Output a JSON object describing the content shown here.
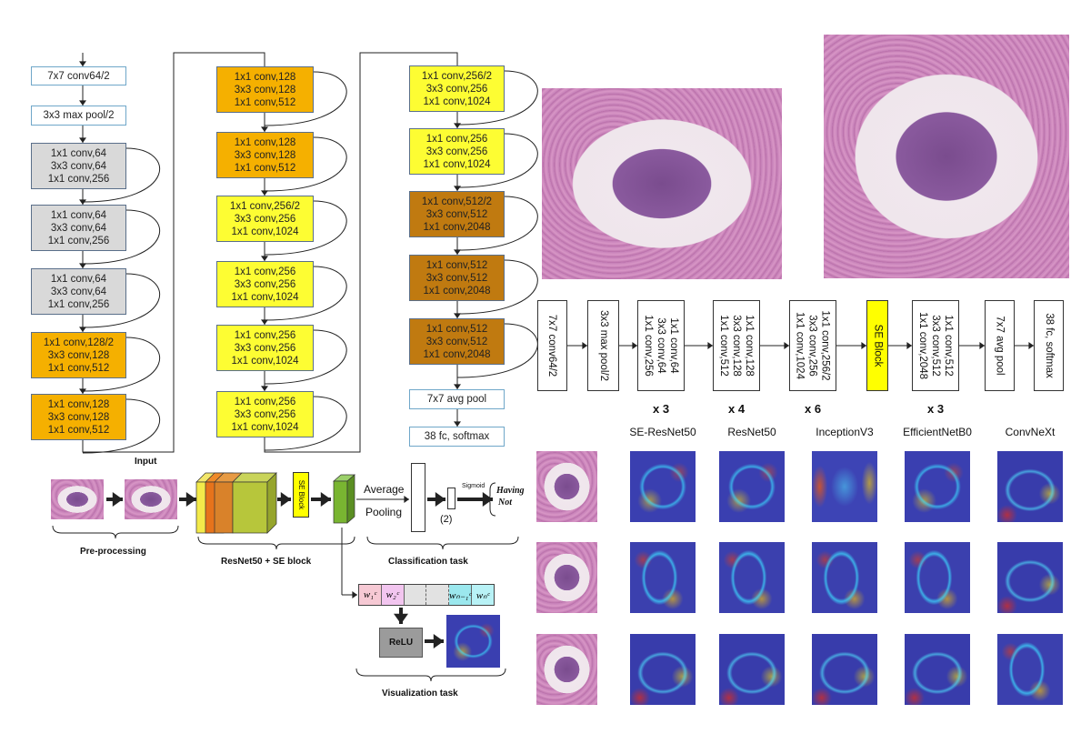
{
  "left_column": {
    "blocks": [
      {
        "lines": [
          "7x7 conv64/2"
        ],
        "style": "plain"
      },
      {
        "lines": [
          "3x3 max pool/2"
        ],
        "style": "plain"
      },
      {
        "lines": [
          "1x1 conv,64",
          "3x3 conv,64",
          "1x1 conv,256"
        ],
        "style": "gray"
      },
      {
        "lines": [
          "1x1 conv,64",
          "3x3 conv,64",
          "1x1 conv,256"
        ],
        "style": "gray"
      },
      {
        "lines": [
          "1x1 conv,64",
          "3x3 conv,64",
          "1x1 conv,256"
        ],
        "style": "gray"
      },
      {
        "lines": [
          "1x1 conv,128/2",
          "3x3 conv,128",
          "1x1 conv,512"
        ],
        "style": "orange"
      },
      {
        "lines": [
          "1x1 conv,128",
          "3x3 conv,128",
          "1x1 conv,512"
        ],
        "style": "orange"
      }
    ]
  },
  "middle_column": {
    "blocks": [
      {
        "lines": [
          "1x1 conv,128",
          "3x3 conv,128",
          "1x1 conv,512"
        ],
        "style": "orange"
      },
      {
        "lines": [
          "1x1 conv,128",
          "3x3 conv,128",
          "1x1 conv,512"
        ],
        "style": "orange"
      },
      {
        "lines": [
          "1x1 conv,256/2",
          "3x3 conv,256",
          "1x1 conv,1024"
        ],
        "style": "yellow"
      },
      {
        "lines": [
          "1x1 conv,256",
          "3x3 conv,256",
          "1x1 conv,1024"
        ],
        "style": "yellow"
      },
      {
        "lines": [
          "1x1 conv,256",
          "3x3 conv,256",
          "1x1 conv,1024"
        ],
        "style": "yellow"
      },
      {
        "lines": [
          "1x1 conv,256",
          "3x3 conv,256",
          "1x1 conv,1024"
        ],
        "style": "yellow"
      }
    ]
  },
  "right_column": {
    "blocks": [
      {
        "lines": [
          "1x1 conv,256/2",
          "3x3 conv,256",
          "1x1 conv,1024"
        ],
        "style": "yellow"
      },
      {
        "lines": [
          "1x1 conv,256",
          "3x3 conv,256",
          "1x1 conv,1024"
        ],
        "style": "yellow"
      },
      {
        "lines": [
          "1x1 conv,512/2",
          "3x3 conv,512",
          "1x1 conv,2048"
        ],
        "style": "brown"
      },
      {
        "lines": [
          "1x1 conv,512",
          "3x3 conv,512",
          "1x1 conv,2048"
        ],
        "style": "brown"
      },
      {
        "lines": [
          "1x1 conv,512",
          "3x3 conv,512",
          "1x1 conv,2048"
        ],
        "style": "brown"
      },
      {
        "lines": [
          "7x7 avg pool"
        ],
        "style": "plain"
      },
      {
        "lines": [
          "38 fc, softmax"
        ],
        "style": "plain"
      }
    ]
  },
  "pipeline": {
    "blocks": [
      {
        "lines": [
          "7x7 conv64/2"
        ],
        "style": "plain",
        "mult": ""
      },
      {
        "lines": [
          "3x3 max pool/2"
        ],
        "style": "plain",
        "mult": ""
      },
      {
        "lines": [
          "1x1 conv,64",
          "3x3 conv,64",
          "1x1 conv,256"
        ],
        "style": "plain",
        "mult": "x 3"
      },
      {
        "lines": [
          "1x1 conv,128",
          "3x3 conv,128",
          "1x1 conv,512"
        ],
        "style": "plain",
        "mult": "x 4"
      },
      {
        "lines": [
          "1x1 conv,256/2",
          "3x3 conv,256",
          "1x1 conv,1024"
        ],
        "style": "plain",
        "mult": "x 6"
      },
      {
        "lines": [
          "SE Block"
        ],
        "style": "sey",
        "mult": ""
      },
      {
        "lines": [
          "1x1 conv,512",
          "3x3 conv,512",
          "1x1 conv,2048"
        ],
        "style": "plain",
        "mult": "x 3"
      },
      {
        "lines": [
          "7x7 avg pool"
        ],
        "style": "plain",
        "mult": ""
      },
      {
        "lines": [
          "38 fc, softmax"
        ],
        "style": "plain",
        "mult": ""
      }
    ]
  },
  "bottom_left": {
    "input_label": "Input",
    "preprocessing_label": "Pre-processing",
    "resnet_label": "ResNet50 + SE block",
    "se_block_label": "SE Block",
    "average_pooling_label": [
      "Average",
      "Pooling"
    ],
    "count_label": "(2)",
    "sigmoid_label": "Sigmoid",
    "having_label": "Having",
    "not_label": "Not",
    "classification_label": "Classification task",
    "relu_label": "ReLU",
    "visualization_label": "Visualization task",
    "weights": [
      "w₁ᶜ",
      "w₂ᶜ",
      "",
      "",
      "wₙ₋₁ᶜ",
      "wₙᶜ"
    ]
  },
  "comparison": {
    "models": [
      "SE-ResNet50",
      "ResNet50",
      "InceptionV3",
      "EfficientNetB0",
      "ConvNeXt"
    ]
  },
  "colors": {
    "orange": "#f5b000",
    "yellow": "#fdfd33",
    "brown": "#c07a10",
    "gray": "#d9d9d9",
    "plain_border": "#6fa7c9"
  }
}
